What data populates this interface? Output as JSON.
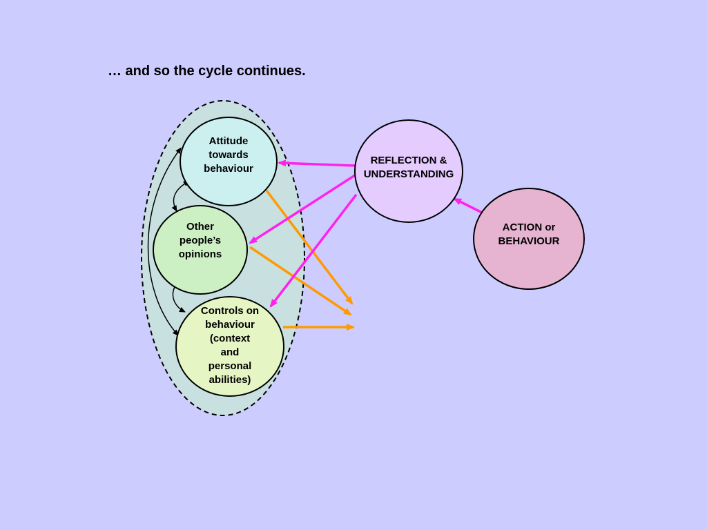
{
  "title": "… and so the cycle continues.",
  "nodes": {
    "attitude": "Attitude\ntowards\nbehaviour",
    "opinions": "Other\npeople’s\nopinions",
    "controls": "Controls on\nbehaviour\n(context\nand\npersonal\nabilities)",
    "reflection": "REFLECTION &\nUNDERSTANDING",
    "action": "ACTION or\nBEHAVIOUR"
  },
  "colors": {
    "background": "#ccccff",
    "group_fill": "#c9e0e0",
    "attitude_fill": "#ccf0f0",
    "opinions_fill": "#ccf0c4",
    "controls_fill": "#e6f5c4",
    "reflection_fill": "#e5ccff",
    "action_fill": "#e6b4d0",
    "magenta_arrow": "#ff22ee",
    "orange_arrow": "#ff9900"
  }
}
